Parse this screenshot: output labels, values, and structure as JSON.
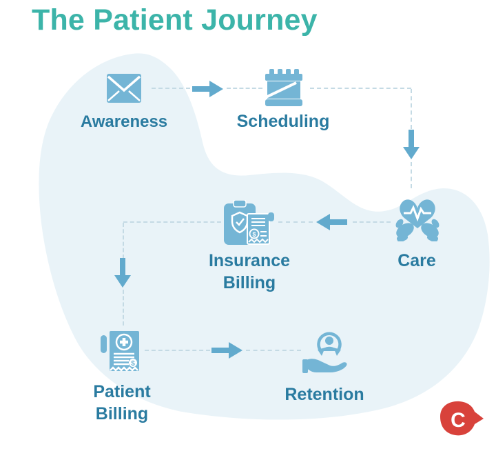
{
  "title": "The Patient Journey",
  "sequence": [
    "Awareness",
    "Scheduling",
    "Care",
    "Insurance Billing",
    "Patient Billing",
    "Retention"
  ],
  "steps": [
    {
      "id": "awareness",
      "label": "Awareness",
      "label_lines": [
        "Awareness"
      ],
      "icon": "envelope-icon"
    },
    {
      "id": "scheduling",
      "label": "Scheduling",
      "label_lines": [
        "Scheduling"
      ],
      "icon": "calendar-icon"
    },
    {
      "id": "care",
      "label": "Care",
      "label_lines": [
        "Care"
      ],
      "icon": "hands-holding-heart-icon"
    },
    {
      "id": "insurance-billing",
      "label": "Insurance Billing",
      "label_lines": [
        "Insurance",
        "Billing"
      ],
      "icon": "insurance-clipboard-icon"
    },
    {
      "id": "patient-billing",
      "label": "Patient Billing",
      "label_lines": [
        "Patient",
        "Billing"
      ],
      "icon": "medical-bill-icon"
    },
    {
      "id": "retention",
      "label": "Retention",
      "label_lines": [
        "Retention"
      ],
      "icon": "hand-holding-person-icon"
    }
  ],
  "logo": {
    "letter": "C"
  },
  "colors": {
    "bg": "#ffffff",
    "title": "#3CB4A9",
    "label": "#2A7BA0",
    "icon": "#74B5D5",
    "arrow": "#62AACD",
    "dash": "#C4DAE4",
    "blob": "#E9F3F8",
    "logo": "#D8423B"
  }
}
